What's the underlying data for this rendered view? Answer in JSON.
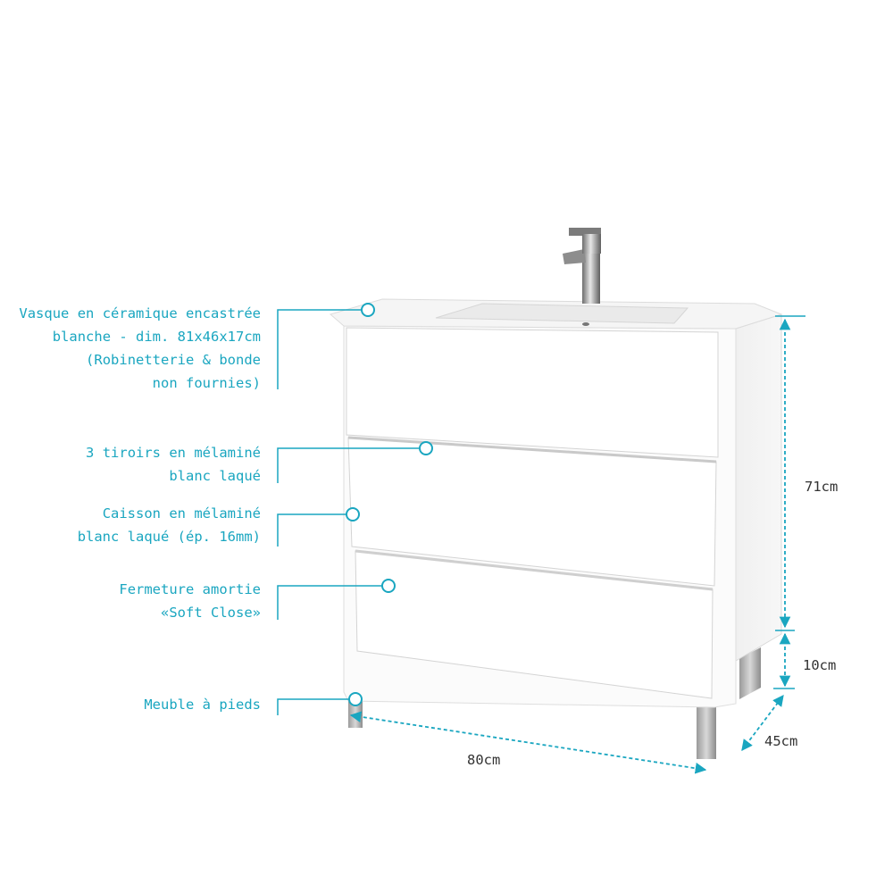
{
  "annotations": [
    {
      "id": "vasque",
      "lines": [
        "Vasque en céramique encastrée",
        "blanche - dim. 81x46x17cm",
        "(Robinetterie & bonde",
        "non fournies)"
      ]
    },
    {
      "id": "tiroirs",
      "lines": [
        "3 tiroirs en mélaminé",
        "blanc laqué"
      ]
    },
    {
      "id": "caisson",
      "lines": [
        "Caisson en mélaminé",
        "blanc laqué (ép. 16mm)"
      ]
    },
    {
      "id": "fermeture",
      "lines": [
        "Fermeture amortie",
        "«Soft Close»"
      ]
    },
    {
      "id": "pieds",
      "lines": [
        "Meuble à pieds"
      ]
    }
  ],
  "dimensions": {
    "height_cabinet": "71cm",
    "height_feet": "10cm",
    "depth": "45cm",
    "width": "80cm"
  },
  "colors": {
    "annotation": "#1aa6c0",
    "dimension_line": "#1aa6c0",
    "dimension_text": "#333333"
  }
}
